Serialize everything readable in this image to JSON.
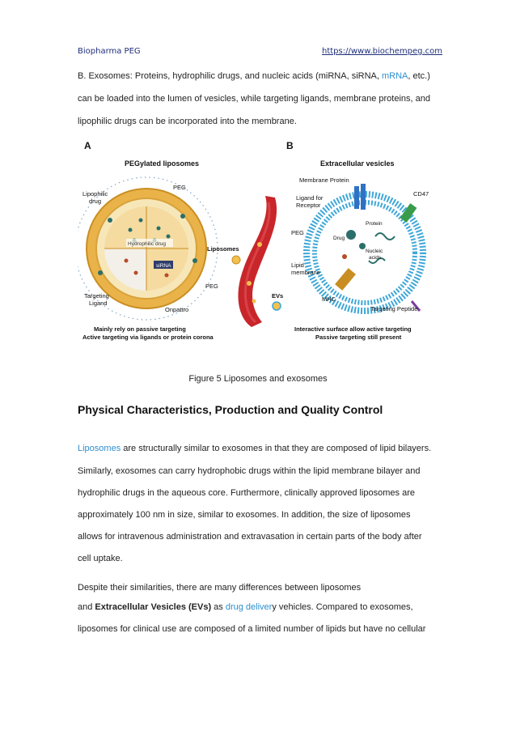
{
  "header": {
    "left": "Biopharma PEG",
    "right": "https://www.biochempeg.com"
  },
  "intro": {
    "line1_prefix": "B. Exosomes: Proteins, hydrophilic drugs, and nucleic acids (miRNA, siRNA, ",
    "line1_link": "mRNA",
    "line1_suffix": ", etc.)",
    "line2": "can be loaded into the lumen of vesicles, while targeting ligands, membrane proteins, and",
    "line3": "lipophilic drugs can be incorporated into the membrane."
  },
  "figure": {
    "panel_a": {
      "letter": "A",
      "title": "PEGylated liposomes",
      "labels": {
        "lipophilic1": "Lipophilic",
        "lipophilic2": "drug",
        "peg_top": "PEG",
        "hydrophilic": "Hydrophilic drug",
        "sirna": "siRNA",
        "peg_bottom": "PEG",
        "targeting1": "Targeting",
        "targeting2": "Ligand",
        "onpattro": "Onpattro"
      },
      "note1": "Mainly rely on passive targeting",
      "note2": "Active targeting via ligands or protein corona"
    },
    "center": {
      "liposomes": "Liposomes",
      "evs": "EVs"
    },
    "panel_b": {
      "letter": "B",
      "title": "Extracellular vesicles",
      "labels": {
        "membrane_protein": "Membrane Protein",
        "cd47": "CD47",
        "ligand1": "Ligand for",
        "ligand2": "Receptor",
        "protein": "Protein",
        "peg": "PEG",
        "drug": "Drug",
        "nucleic1": "Nucleic",
        "nucleic2": "acids",
        "lipid1": "Lipid",
        "lipid2": "membrane",
        "mhc": "MHC",
        "targeting_peptide": "Targeting Peptide"
      },
      "note1": "Interactive surface allow active targeting",
      "note2": "Passive targeting still present"
    },
    "caption": "Figure 5 Liposomes and exosomes",
    "colors": {
      "liposome_fill": "#f7e7b8",
      "liposome_ring": "#e9b349",
      "vesicle_ring": "#3ea7d8",
      "vessel": "#c8262a",
      "label_bg": "#2f3d6b"
    }
  },
  "section": {
    "heading": "Physical Characteristics, Production and Quality Control"
  },
  "body1": {
    "line1_link": "Liposomes",
    "line1_rest": " are structurally similar to exosomes in that they are composed of lipid bilayers.",
    "line2": "Similarly, exosomes can carry hydrophobic drugs within the lipid membrane bilayer and",
    "line3": "hydrophilic drugs in the aqueous core. Furthermore, clinically approved liposomes are",
    "line4": "approximately 100 nm in size, similar to exosomes. In addition, the size of liposomes",
    "line5": "allows for intravenous administration and extravasation in certain parts of the body after",
    "line6": "cell uptake."
  },
  "body2": {
    "line1": "Despite their similarities, there are many differences between liposomes",
    "line2_pre": "and ",
    "line2_bold": "Extracellular Vesicles (EVs)",
    "line2_mid": " as ",
    "line2_link": "drug deliver",
    "line2_post": "y vehicles. Compared to exosomes,",
    "line3": "liposomes for clinical use are composed of a limited number of lipids but have no cellular"
  }
}
